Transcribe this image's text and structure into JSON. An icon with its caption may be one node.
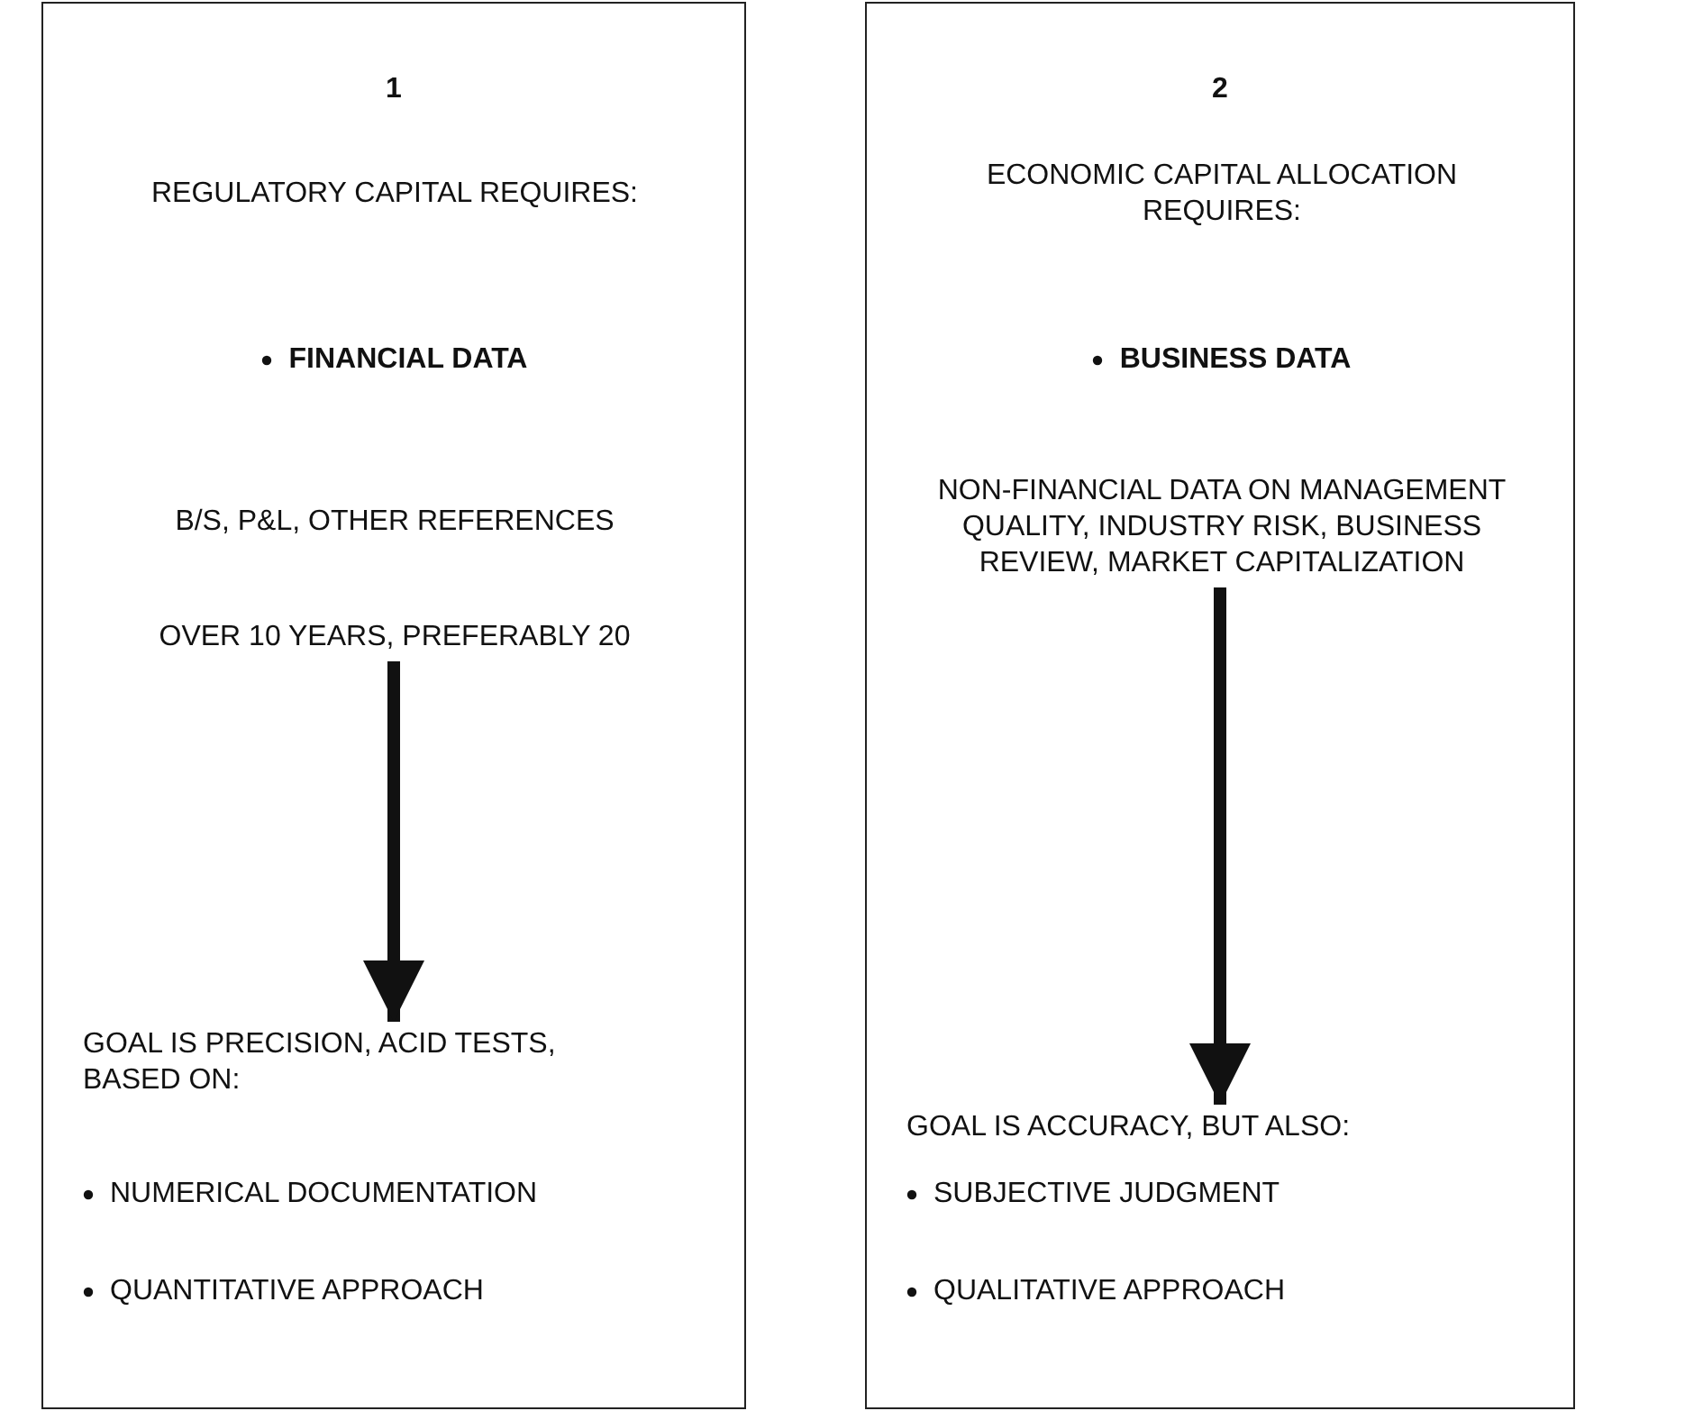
{
  "diagram": {
    "nodes": [
      {
        "text": [
          "1"
        ]
      },
      {
        "text": [
          "REGULATORY CAPITAL REQUIRES:"
        ],
        "in": 0
      },
      {
        "text": [
          "FINANCIAL DATA"
        ],
        "in": 0
      },
      {
        "text": [
          "B/S, P&L, OTHER REFERENCES"
        ],
        "in": 0
      },
      {
        "text": [
          "OVER 10 YEARS, PREFERABLY 20"
        ],
        "in": 0
      },
      {
        "text": [
          "GOAL IS PRECISION, ACID TESTS, BASED ON:",
          "NUMERICAL DOCUMENTATION",
          "QUANTITATIVE APPROACH"
        ],
        "in": 0
      },
      {
        "text": [
          "2"
        ]
      },
      {
        "text": [
          "ECONOMIC CAPITAL ALLOCATION REQUIRES:"
        ],
        "in": 6
      },
      {
        "text": [
          "BUSINESS DATA"
        ],
        "in": 6
      },
      {
        "text": [
          "NON-FINANCIAL DATA ON MANAGEMENT QUALITY, INDUSTRY RISK, BUSINESS REVIEW, MARKET CAPITALIZATION"
        ],
        "in": 6
      },
      {
        "text": [
          "GOAL IS ACCURACY, BUT ALSO:",
          "SUBJECTIVE JUDGMENT",
          "QUALITATIVE APPROACH"
        ],
        "in": 6
      }
    ],
    "edges": [
      {
        "from": 4,
        "to": 5,
        "arrow": "to"
      },
      {
        "from": 9,
        "to": 10,
        "arrow": "to"
      }
    ]
  }
}
